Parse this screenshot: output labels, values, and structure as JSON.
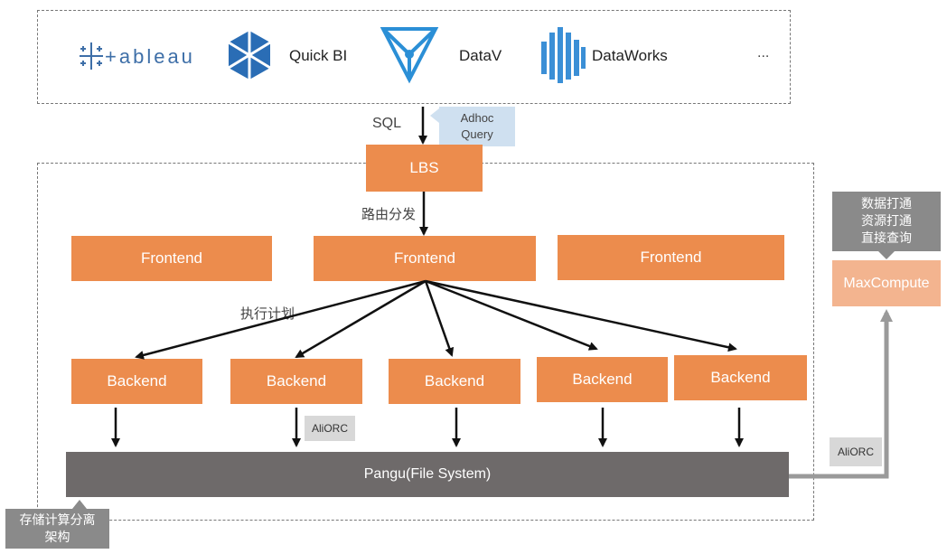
{
  "tools": {
    "tableau": "+ableau",
    "quickbi": "Quick BI",
    "datav": "DataV",
    "dataworks": "DataWorks",
    "more": "..."
  },
  "labels": {
    "sql": "SQL",
    "adhoc_line1": "Adhoc",
    "adhoc_line2": "Query",
    "routing": "路由分发",
    "exec_plan": "执行计划",
    "storage_line1": "存储计算分离",
    "storage_line2": "架构",
    "cross_line1": "数据打通",
    "cross_line2": "资源打通",
    "cross_line3": "直接查询"
  },
  "nodes": {
    "lbs": "LBS",
    "frontends": [
      "Frontend",
      "Frontend",
      "Frontend"
    ],
    "backends": [
      "Backend",
      "Backend",
      "Backend",
      "Backend",
      "Backend"
    ],
    "pangu": "Pangu(File System)",
    "maxcompute": "MaxCompute",
    "aliorc_backend": "AliORC",
    "aliorc_link": "AliORC"
  },
  "colors": {
    "orange": "#ec8c4d",
    "light_orange": "#f3b48f",
    "dark_gray": "#6e6a6a",
    "tableau_blue": "#3e6fa8",
    "quickbi_blue": "#2a6db5",
    "datav_blue": "#2b8fd6",
    "dataworks_blue": "#3b8fd6"
  }
}
